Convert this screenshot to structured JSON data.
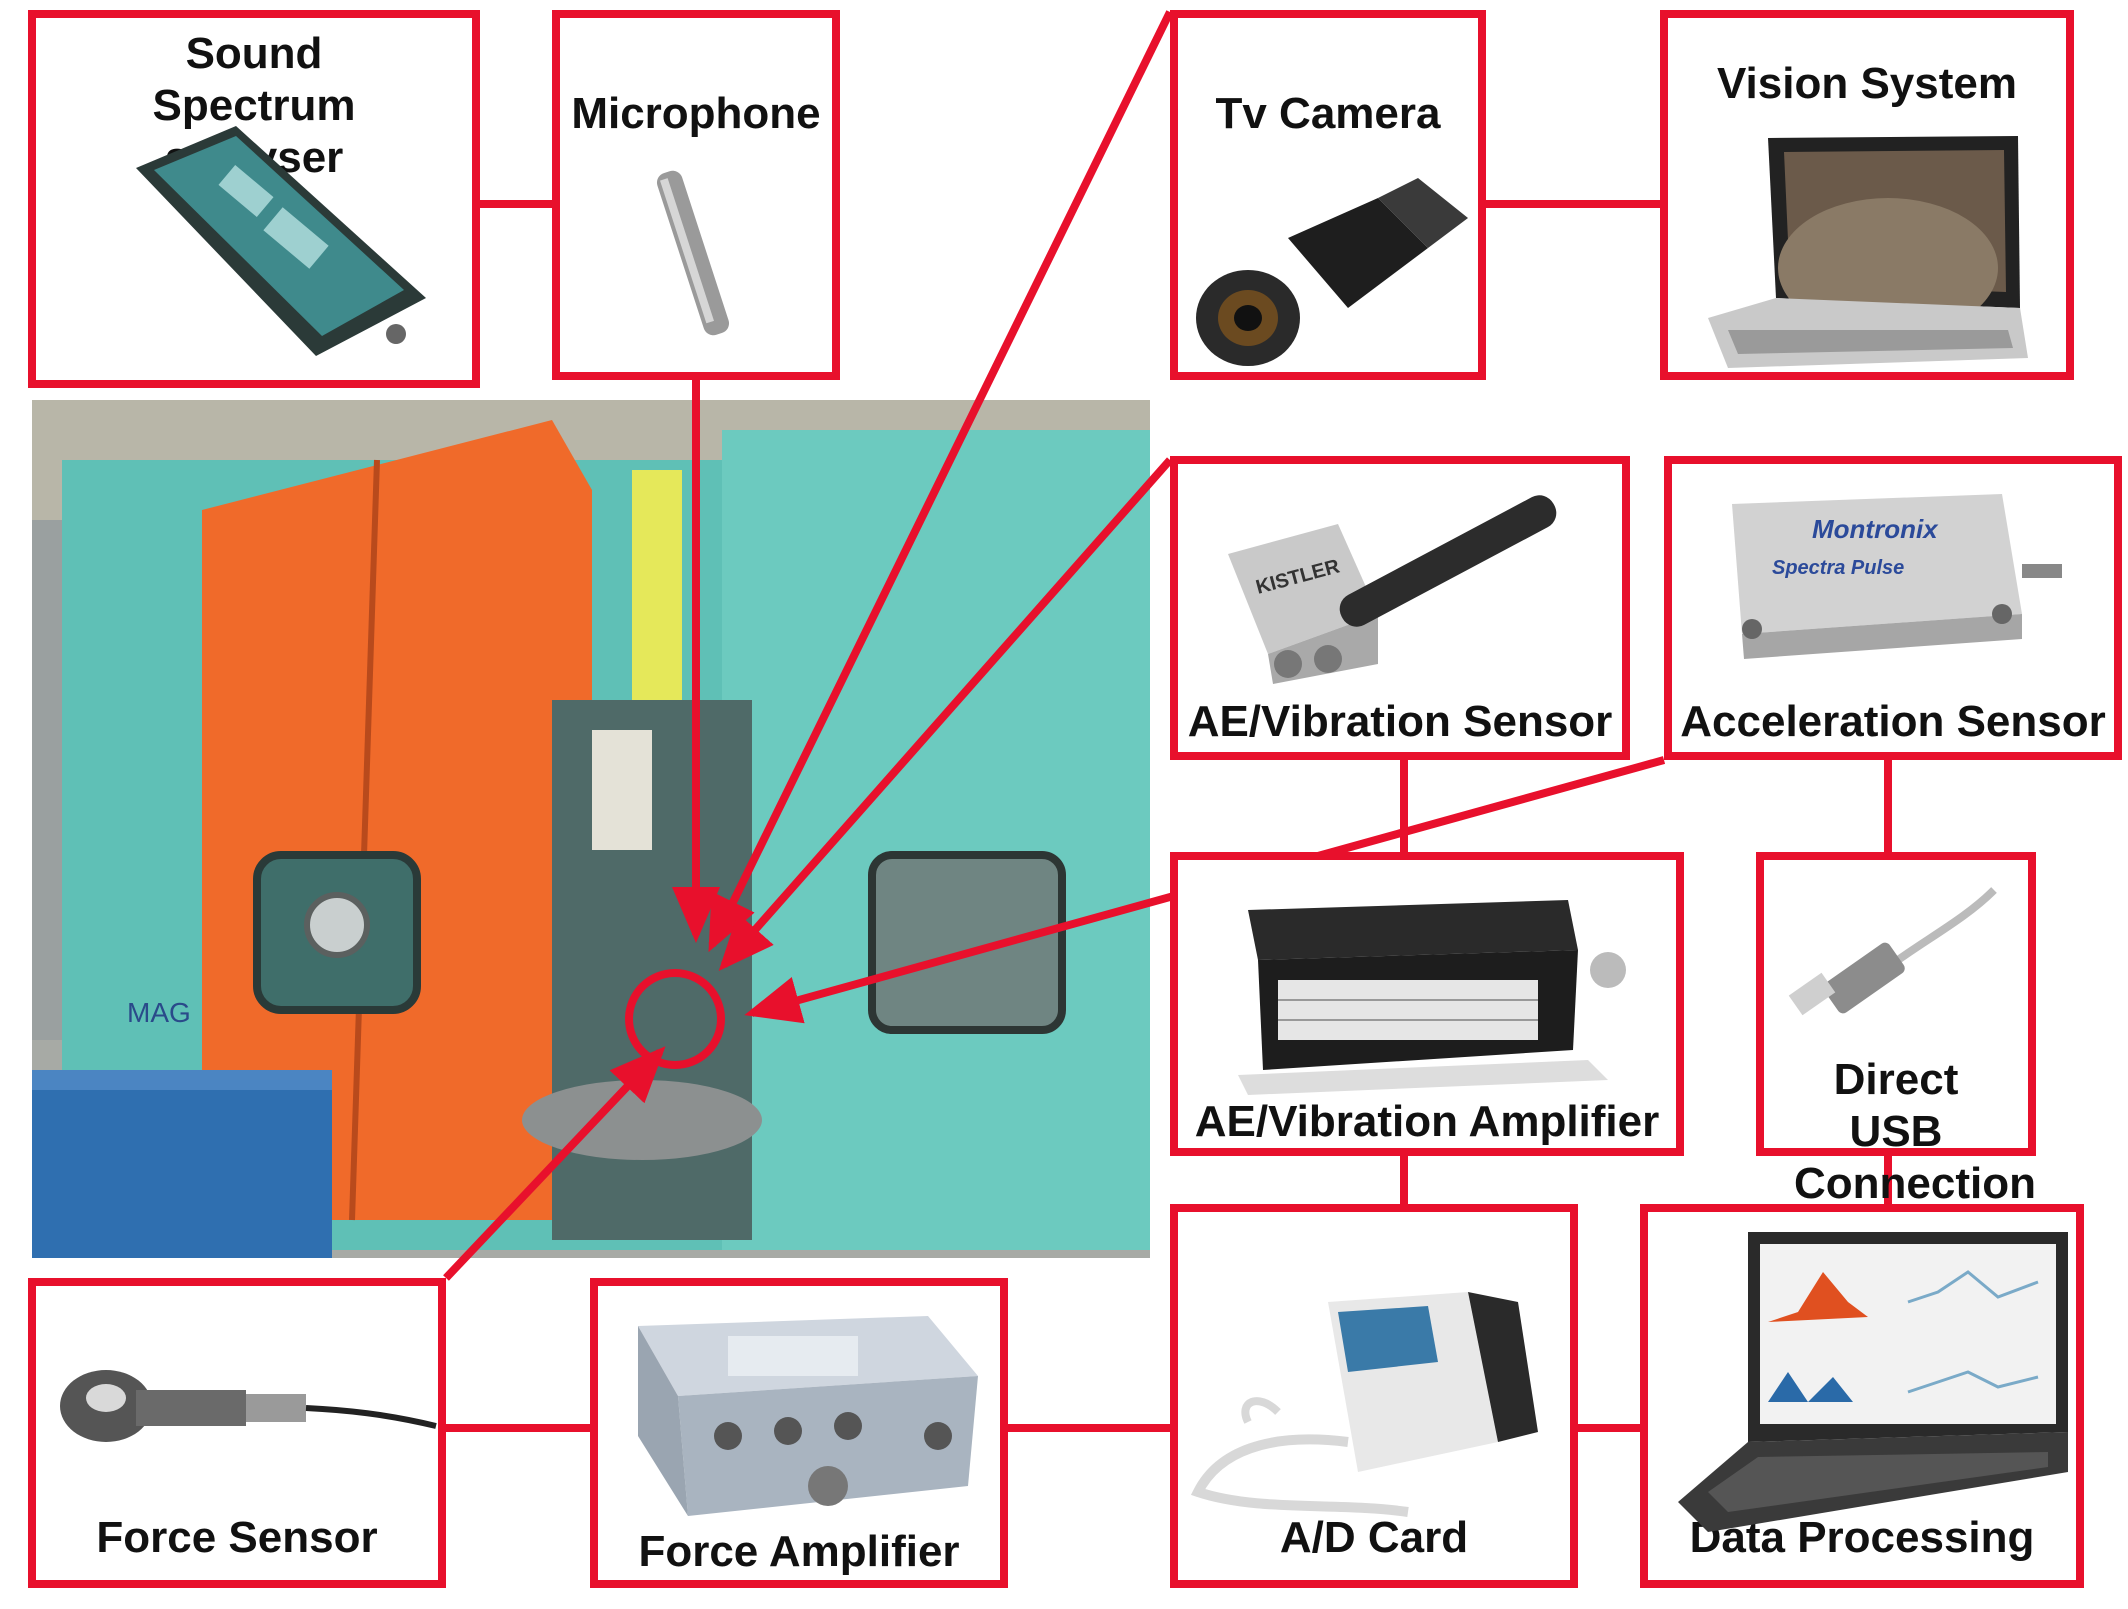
{
  "diagram": {
    "nodes": {
      "sound_spectrum_analyser": "Sound Spectrum analyser",
      "microphone": "Microphone",
      "tv_camera": "Tv Camera",
      "vision_system": "Vision System",
      "ae_vibration_sensor": "AE/Vibration Sensor",
      "acceleration_sensor": "Acceleration Sensor",
      "ae_vibration_amplifier": "AE/Vibration Amplifier",
      "direct_usb_connection": "Direct USB Connection",
      "force_sensor": "Force Sensor",
      "force_amplifier": "Force Amplifier",
      "ad_card": "A/D Card",
      "data_processing": "Data Processing"
    },
    "device_texts": {
      "kistler_brand": "KISTLER",
      "montronix_brand": "Montronix",
      "spectra_pulse": "Spectra Pulse",
      "machine_brand": "MAG"
    },
    "colors": {
      "frame": "#e8102c",
      "machine_teal": "#5fc0b6",
      "machine_orange": "#f06a2a",
      "machine_blue": "#2f6fb0"
    }
  }
}
